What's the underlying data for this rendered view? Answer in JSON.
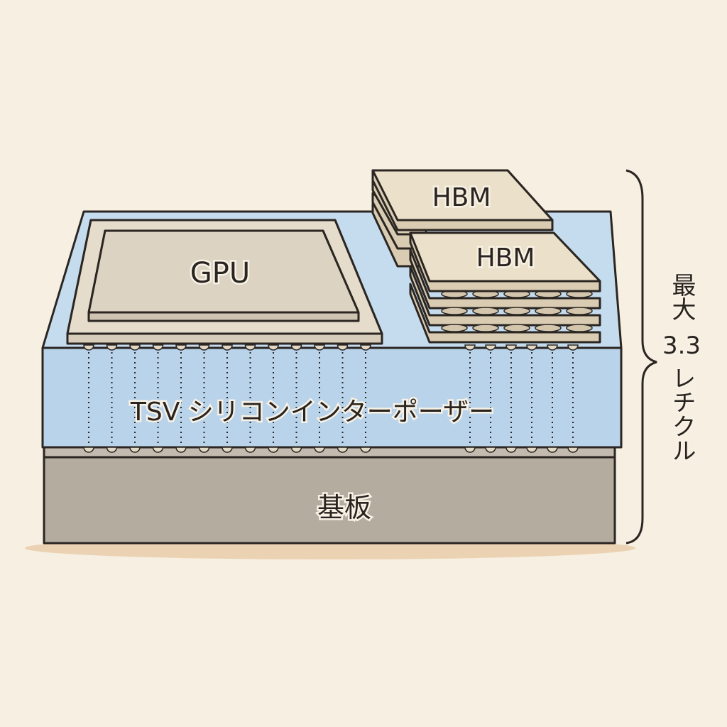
{
  "labels": {
    "gpu": "GPU",
    "hbm_back": "HBM",
    "hbm_front": "HBM",
    "interposer": "TSV シリコンインターポーザー",
    "substrate": "基板",
    "size_line1": "最大",
    "size_line2": "3.3",
    "size_line3": "レチクル"
  },
  "colors": {
    "background": "#f6efe2",
    "interposer": "#b9d3ea",
    "substrate": "#b5aca0",
    "chip": "#e6dccb"
  }
}
